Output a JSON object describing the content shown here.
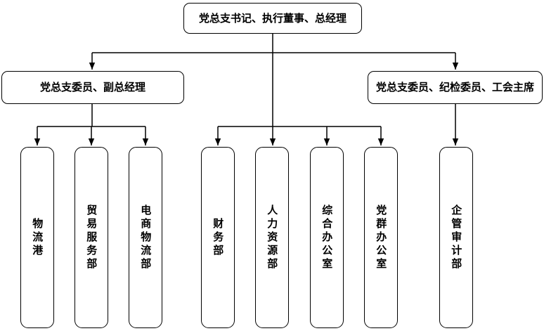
{
  "diagram": {
    "title": "company-organization-chart",
    "root": {
      "label": "党总支书记、执行董事、总经理"
    },
    "level2": [
      {
        "label": "党总支委员、副总经理"
      },
      {
        "label": "党总支委员、纪检委员、工会主席"
      }
    ],
    "departments": [
      {
        "label": "物流港",
        "parent": "党总支委员、副总经理"
      },
      {
        "label": "贸易服务部",
        "parent": "党总支委员、副总经理"
      },
      {
        "label": "电商物流部",
        "parent": "党总支委员、副总经理"
      },
      {
        "label": "财务部",
        "parent": "党总支书记、执行董事、总经理"
      },
      {
        "label": "人力资源部",
        "parent": "党总支书记、执行董事、总经理"
      },
      {
        "label": "综合办公室",
        "parent": "党总支书记、执行董事、总经理"
      },
      {
        "label": "党群办公室",
        "parent": "党总支书记、执行董事、总经理"
      },
      {
        "label": "企管审计部",
        "parent": "党总支委员、纪检委员、工会主席"
      }
    ],
    "colors": {
      "line": "#000000",
      "box_border": "#000000",
      "box_fill": "#ffffff",
      "text": "#000000",
      "background": "#ffffff"
    }
  }
}
